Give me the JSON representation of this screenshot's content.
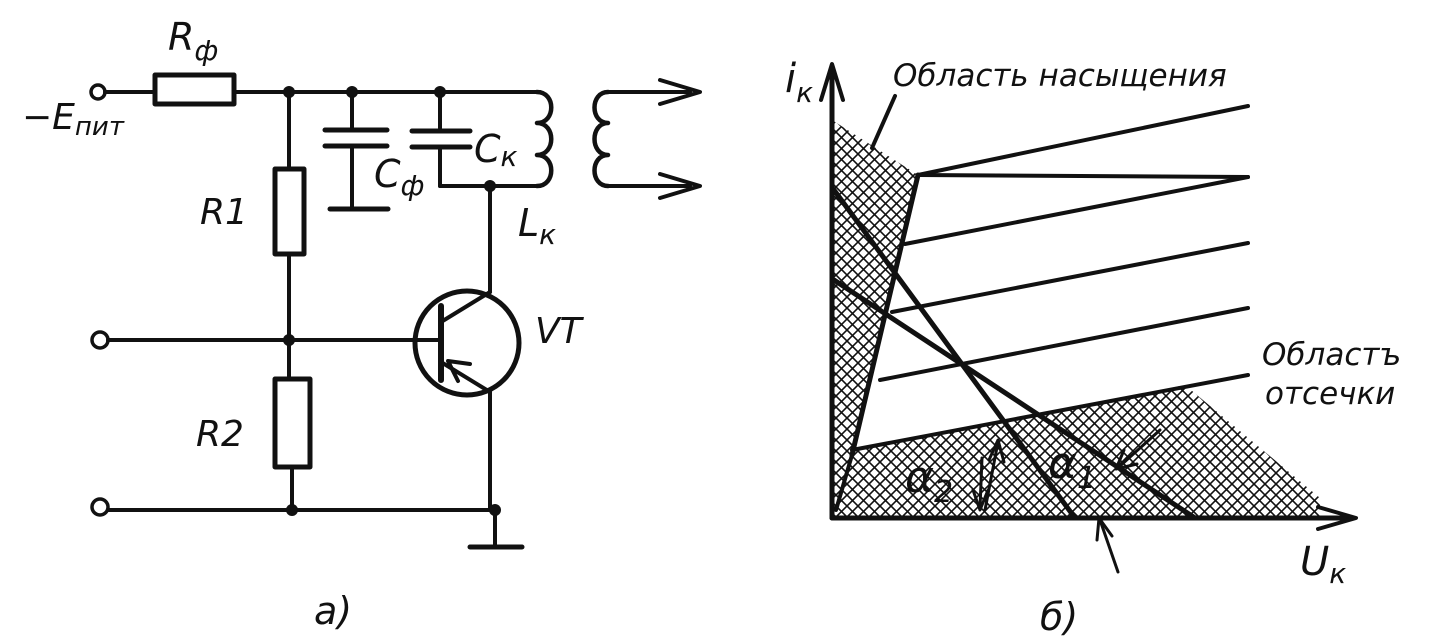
{
  "circuit": {
    "supply_label": "−E",
    "supply_sub": "пит",
    "rf_label": "R",
    "rf_sub": "ф",
    "r1_label": "R1",
    "r2_label": "R2",
    "cf_label": "C",
    "cf_sub": "ф",
    "ck_label": "C",
    "ck_sub": "к",
    "lk_label": "L",
    "lk_sub": "к",
    "vt_label": "VT",
    "caption": "а)"
  },
  "graph": {
    "y_axis_label": "i",
    "y_axis_sub": "к",
    "x_axis_label": "U",
    "x_axis_sub": "к",
    "saturation_label": "Область насыщения",
    "cutoff_label_line1": "Областъ",
    "cutoff_label_line2": "отсечки",
    "alpha2_label": "α",
    "alpha2_sub": "2",
    "alpha1_label": "α",
    "alpha1_sub": "1",
    "caption": "б)"
  },
  "colors": {
    "ink": "#111111",
    "paper": "#ffffff"
  }
}
